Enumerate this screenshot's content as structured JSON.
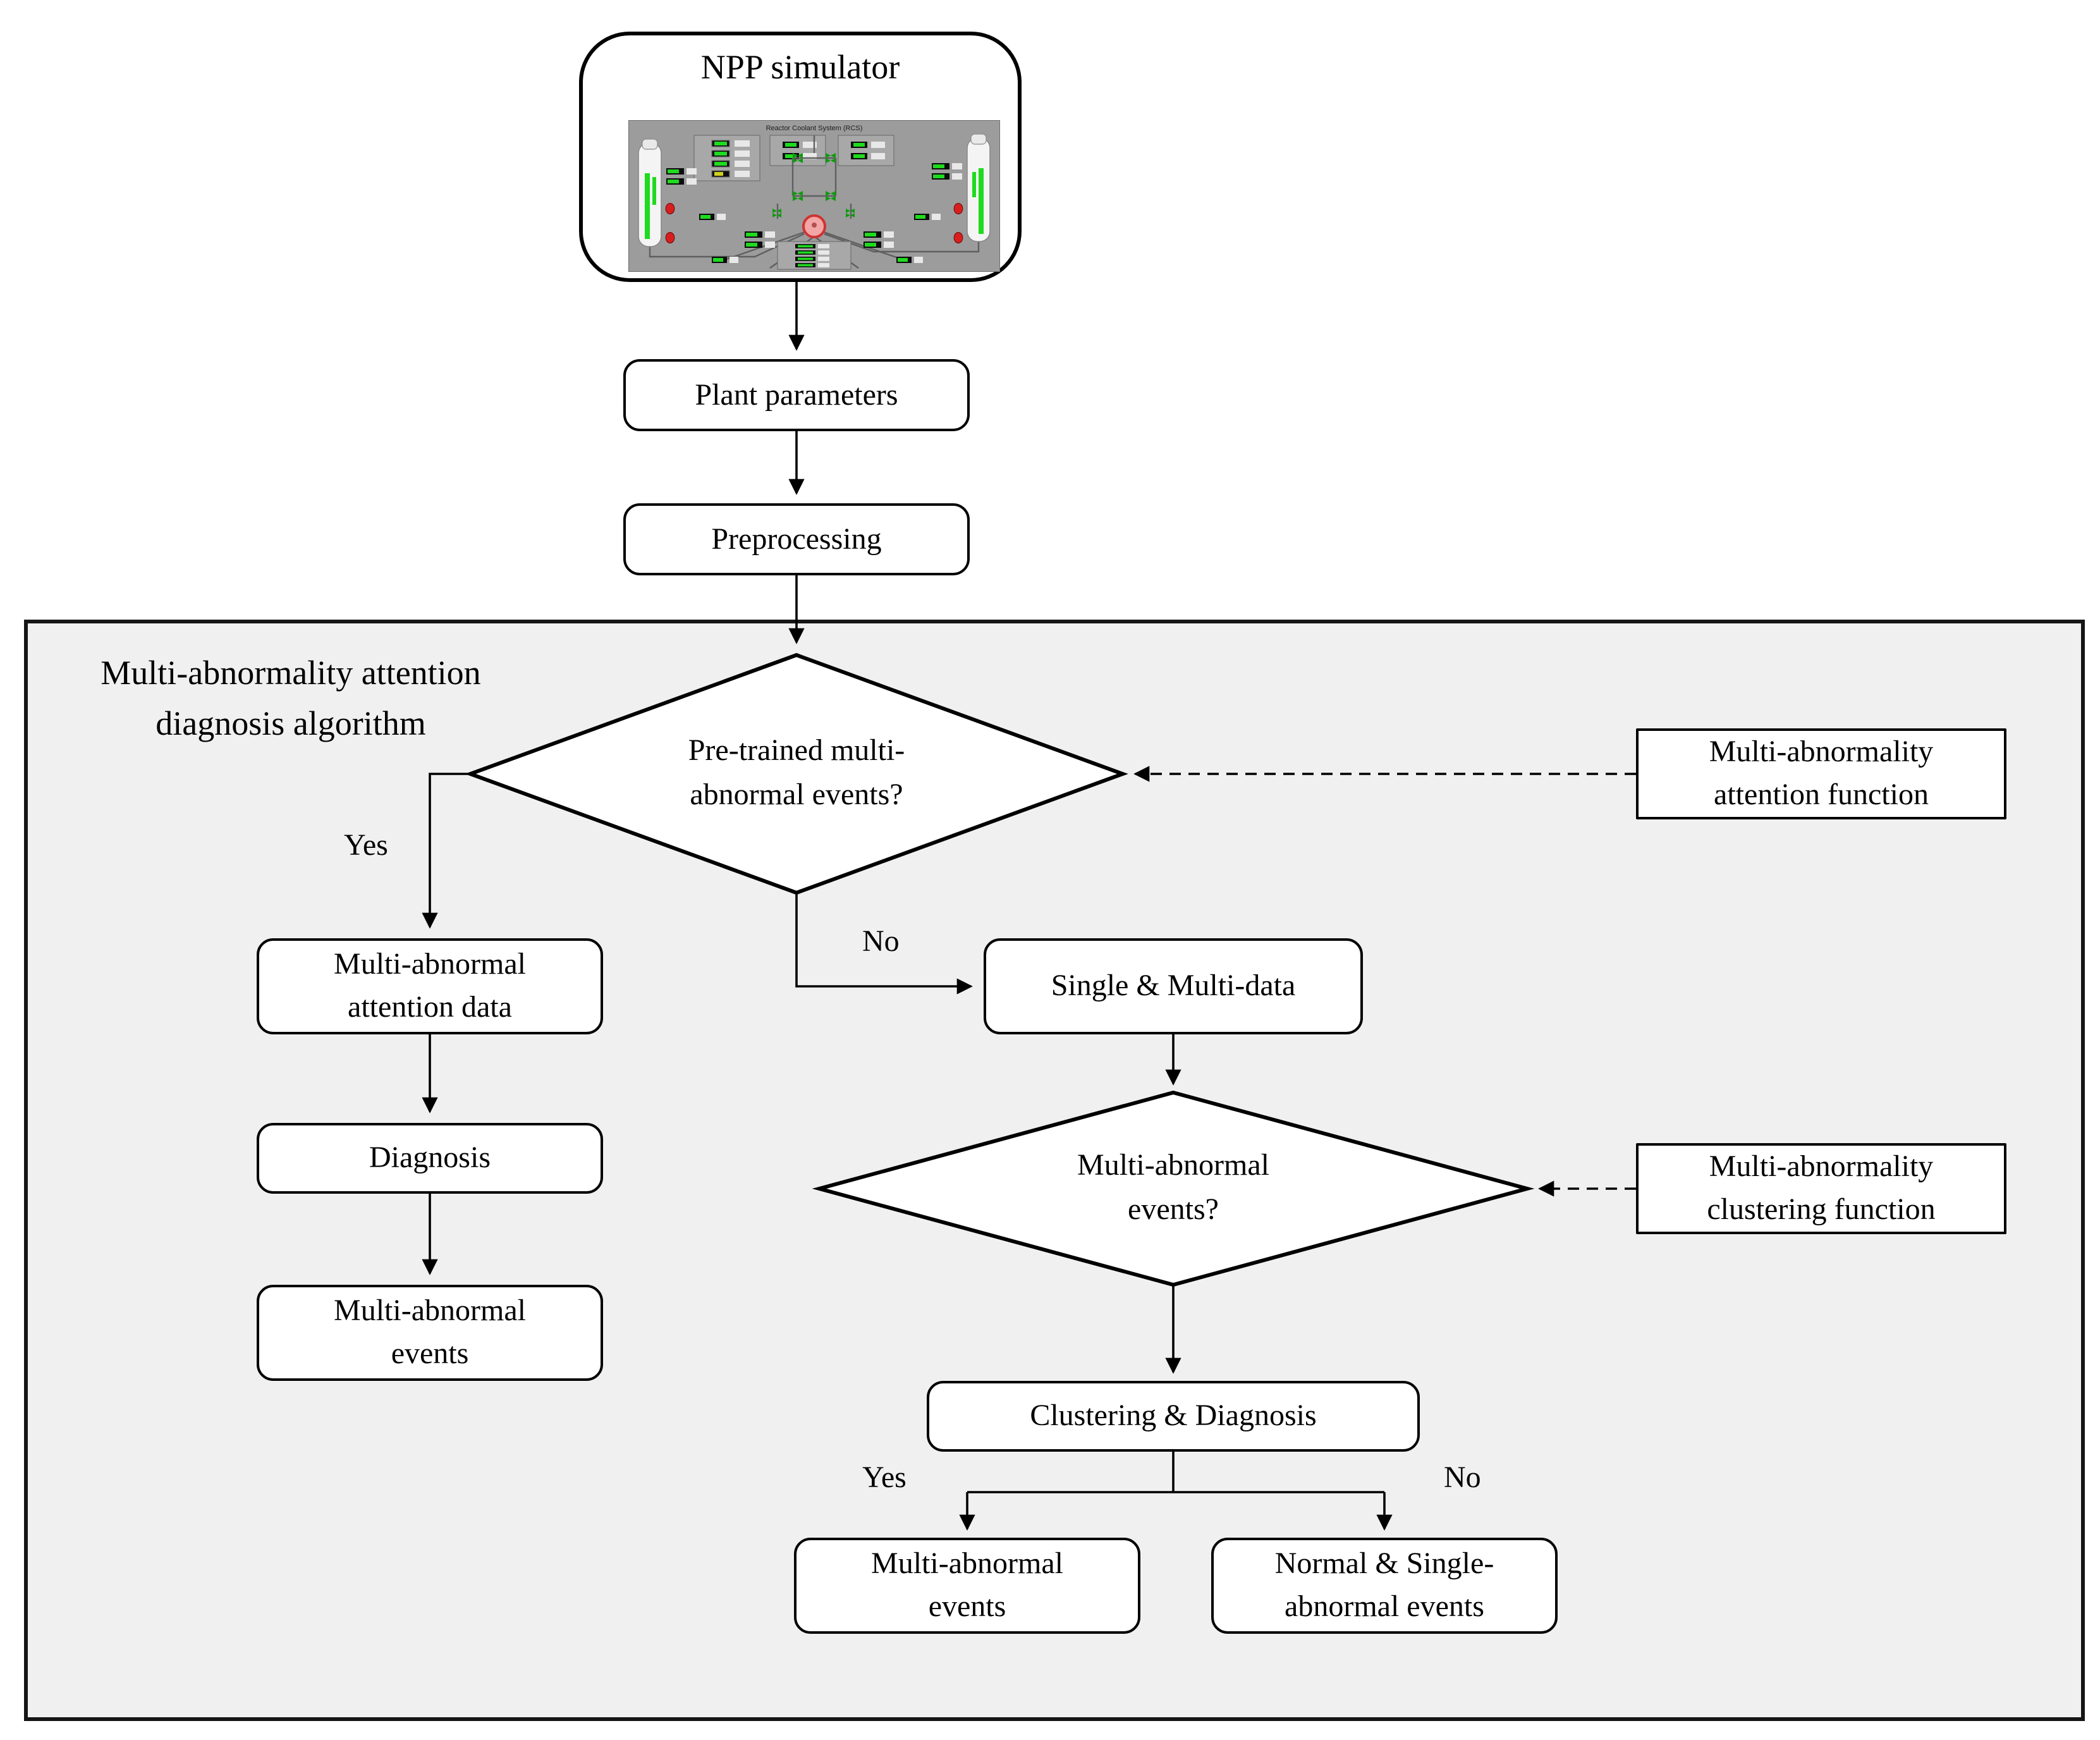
{
  "colors": {
    "panel_bg": "#f0f0f0",
    "panel_border": "#151515",
    "line": "#000000",
    "box_bg": "#ffffff",
    "sim_bg": "#9c9c9c",
    "sim_green": "#1edb1e",
    "sim_red": "#e8514d",
    "sim_pink": "#f2a6a6"
  },
  "npp": {
    "title": "NPP simulator",
    "screenshot_caption": "Reactor Coolant System (RCS)"
  },
  "steps": {
    "plant_parameters": "Plant parameters",
    "preprocessing": "Preprocessing"
  },
  "panel": {
    "label_line1": "Multi-abnormality attention",
    "label_line2": "diagnosis algorithm"
  },
  "decision1": {
    "line1": "Pre-trained multi-",
    "line2": "abnormal events?",
    "yes": "Yes",
    "no": "No"
  },
  "attention_function": {
    "line1": "Multi-abnormality",
    "line2": "attention function"
  },
  "left_branch": {
    "attention_data_line1": "Multi-abnormal",
    "attention_data_line2": "attention data",
    "diagnosis": "Diagnosis",
    "events_line1": "Multi-abnormal",
    "events_line2": "events"
  },
  "right_branch": {
    "single_multi_data": "Single & Multi-data"
  },
  "decision2": {
    "line1": "Multi-abnormal",
    "line2": "events?"
  },
  "clustering_function": {
    "line1": "Multi-abnormality",
    "line2": "clustering function"
  },
  "clustering": {
    "label": "Clustering & Diagnosis",
    "yes": "Yes",
    "no": "No"
  },
  "outcomes": {
    "multi_line1": "Multi-abnormal",
    "multi_line2": "events",
    "normal_line1": "Normal & Single-",
    "normal_line2": "abnormal events"
  }
}
